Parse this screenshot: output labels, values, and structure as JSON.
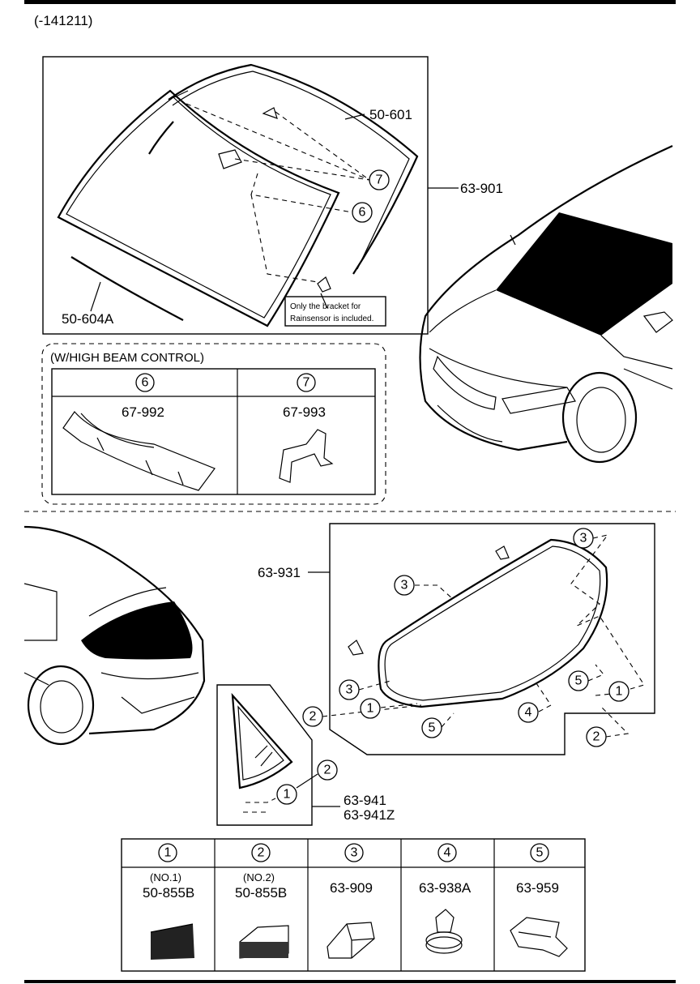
{
  "header": {
    "code": "(-141211)"
  },
  "windshield": {
    "part_glass": "63-901",
    "part_molding": "50-601",
    "part_lower_molding": "50-604A",
    "note_line1": "Only the bracket for",
    "note_line2": "Rainsensor is included."
  },
  "high_beam": {
    "title": "(W/HIGH BEAM CONTROL)",
    "columns": [
      {
        "ref": "6",
        "part": "67-992"
      },
      {
        "ref": "7",
        "part": "67-993"
      }
    ]
  },
  "rear_glass": {
    "part": "63-931"
  },
  "quarter_glass": {
    "part_a": "63-941",
    "part_b": "63-941Z"
  },
  "callouts": [
    "1",
    "2",
    "3",
    "4",
    "5",
    "6",
    "7"
  ],
  "legend": [
    {
      "ref": "1",
      "sub": "(NO.1)",
      "part": "50-855B"
    },
    {
      "ref": "2",
      "sub": "(NO.2)",
      "part": "50-855B"
    },
    {
      "ref": "3",
      "sub": "",
      "part": "63-909"
    },
    {
      "ref": "4",
      "sub": "",
      "part": "63-938A"
    },
    {
      "ref": "5",
      "sub": "",
      "part": "63-959"
    }
  ]
}
